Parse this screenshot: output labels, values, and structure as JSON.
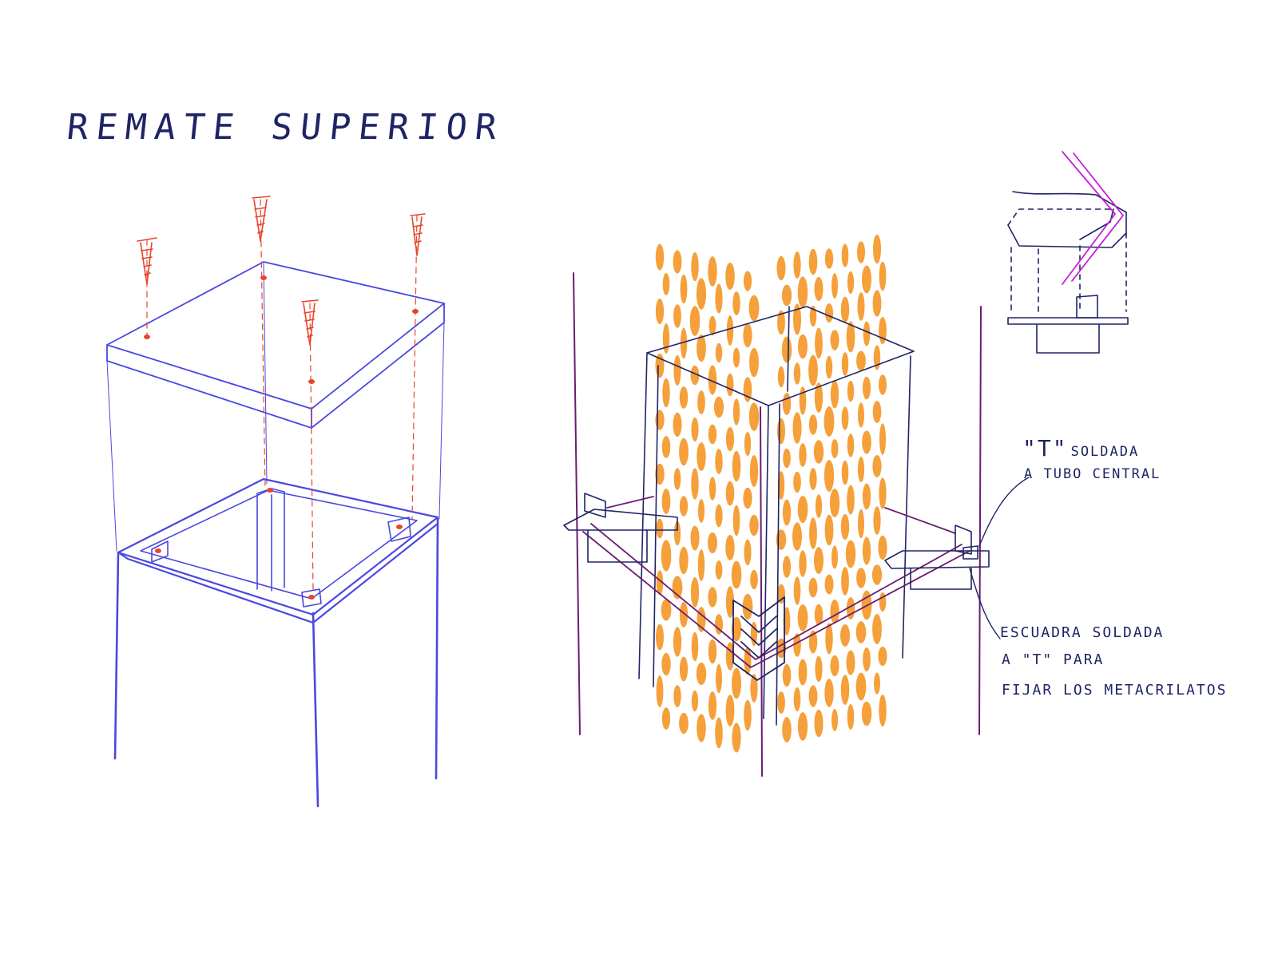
{
  "title": "REMATE SUPERIOR",
  "annotations": {
    "t_label_quote": "\"T\"",
    "t_label_rest": "SOLDADA",
    "t_label_line2": "A TUBO CENTRAL",
    "escuadra_line1": "ESCUADRA SOLDADA",
    "escuadra_line2": "A \"T\" PARA",
    "escuadra_line3": "FIJAR LOS METACRILATOS"
  },
  "colors": {
    "ink": "#1f2466",
    "frame_blue": "#4a48e0",
    "screw_red": "#e8452c",
    "post_purple": "#6a1d70",
    "orange_dots": "#f5a03a",
    "magenta": "#c21fd6"
  }
}
